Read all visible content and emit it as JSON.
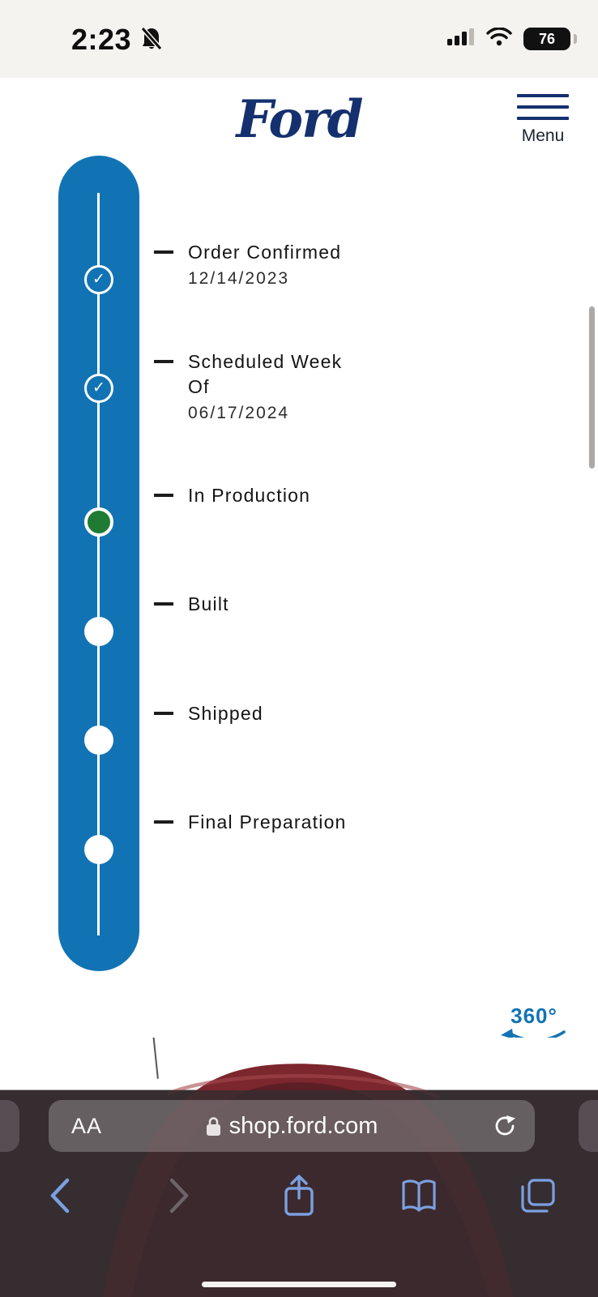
{
  "status_bar": {
    "time": "2:23",
    "battery": "76"
  },
  "page": {
    "brand": "Ford",
    "menu_label": "Menu",
    "badge_360": "360°"
  },
  "timeline": {
    "steps": [
      {
        "label": "Order Confirmed",
        "date": "12/14/2023",
        "state": "complete"
      },
      {
        "label": "Scheduled Week Of",
        "date": "06/17/2024",
        "state": "complete"
      },
      {
        "label": "In Production",
        "state": "current"
      },
      {
        "label": "Built",
        "state": "upcoming"
      },
      {
        "label": "Shipped",
        "state": "upcoming"
      },
      {
        "label": "Final Preparation",
        "state": "upcoming"
      }
    ]
  },
  "browser": {
    "reader_button": "AA",
    "url": "shop.ford.com"
  },
  "icons": {
    "check": "✓"
  },
  "colors": {
    "timeline_blue": "#1273b4",
    "ford_navy": "#14306e",
    "current_green": "#1f7b33",
    "safari_blue": "#7ba0e0"
  }
}
